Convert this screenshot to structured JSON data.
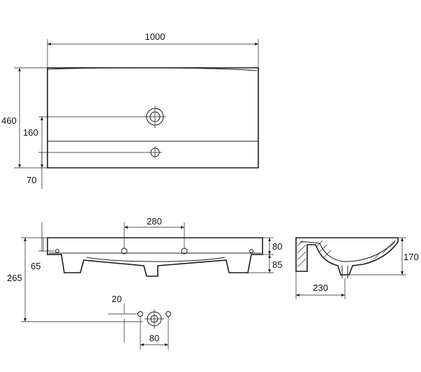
{
  "dimensions": {
    "top_width": "1000",
    "top_depth": "460",
    "top_tap_offset": "160",
    "top_overflow_offset": "70",
    "front_tap_spacing": "280",
    "front_total_height": "265",
    "front_side_height": "65",
    "front_rim_height": "80",
    "front_lower_height": "85",
    "side_height": "170",
    "side_depth": "230",
    "drain_offset": "20",
    "drain_spacing": "80"
  },
  "colors": {
    "line": "#1a1a1a",
    "background": "#ffffff"
  }
}
